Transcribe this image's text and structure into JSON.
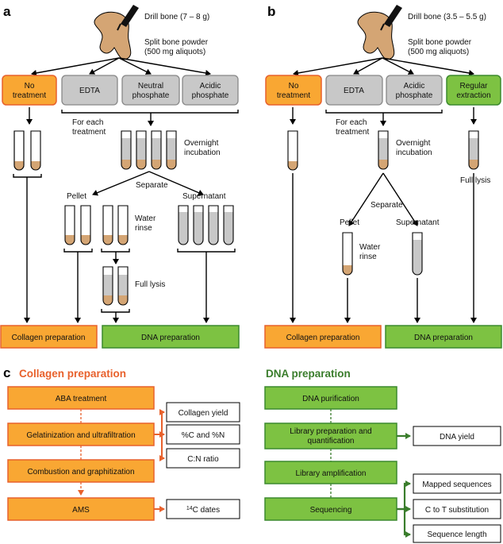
{
  "panel_a": {
    "label": "a",
    "drill": "Drill bone (7 – 8 g)",
    "split1": "Split bone powder",
    "split2": "(500 mg aliquots)",
    "boxes": [
      {
        "l1": "No",
        "l2": "treatment"
      },
      {
        "l1": "EDTA",
        "l2": ""
      },
      {
        "l1": "Neutral",
        "l2": "phosphate"
      },
      {
        "l1": "Acidic",
        "l2": "phosphate"
      }
    ],
    "for_each_1": "For each",
    "for_each_2": "treatment",
    "overnight_1": "Overnight",
    "overnight_2": "incubation",
    "separate": "Separate",
    "pellet": "Pellet",
    "supernatant": "Supernatant",
    "water_1": "Water",
    "water_2": "rinse",
    "full_lysis": "Full lysis",
    "collagen": "Collagen preparation",
    "dna": "DNA preparation"
  },
  "panel_b": {
    "label": "b",
    "drill": "Drill bone (3.5 – 5.5 g)",
    "split1": "Split bone powder",
    "split2": "(500 mg aliquots)",
    "boxes": [
      {
        "l1": "No",
        "l2": "treatment"
      },
      {
        "l1": "EDTA",
        "l2": ""
      },
      {
        "l1": "Acidic",
        "l2": "phosphate"
      },
      {
        "l1": "Regular",
        "l2": "extraction"
      }
    ],
    "for_each_1": "For each",
    "for_each_2": "treatment",
    "overnight_1": "Overnight",
    "overnight_2": "incubation",
    "separate": "Separate",
    "pellet": "Pellet",
    "supernatant": "Supernatant",
    "water_1": "Water",
    "water_2": "rinse",
    "full_lysis": "Full lysis",
    "collagen": "Collagen preparation",
    "dna": "DNA preparation"
  },
  "panel_c": {
    "label": "c",
    "collagen_title": "Collagen preparation",
    "dna_title": "DNA preparation",
    "collagen_steps": [
      {
        "l1": "ABA treatment",
        "l2": ""
      },
      {
        "l1": "Gelatinization and ultrafiltration",
        "l2": ""
      },
      {
        "l1": "Combustion and graphitization",
        "l2": ""
      },
      {
        "l1": "AMS",
        "l2": ""
      }
    ],
    "collagen_outputs": [
      "Collagen yield",
      "%C and %N",
      "C:N ratio"
    ],
    "c14_sup": "14",
    "c14_text": "C dates",
    "dna_steps": [
      {
        "l1": "DNA purification",
        "l2": ""
      },
      {
        "l1": "Library preparation and",
        "l2": "quantification"
      },
      {
        "l1": "Library amplification",
        "l2": ""
      },
      {
        "l1": "Sequencing",
        "l2": ""
      }
    ],
    "dna_yield": "DNA yield",
    "seq_outputs": [
      "Mapped sequences",
      "C to T substitution",
      "Sequence length"
    ]
  },
  "colors": {
    "orange_fill": "#f9a733",
    "orange_stroke": "#e8612c",
    "green_fill": "#7dc242",
    "green_stroke": "#3c8a2e",
    "dark_green": "#3a7d2c",
    "gray_fill": "#c8c8c8",
    "gray_stroke": "#888888",
    "bone": "#d4a574"
  },
  "icons": [
    "drill-icon",
    "bone-icon",
    "tube-icon"
  ]
}
